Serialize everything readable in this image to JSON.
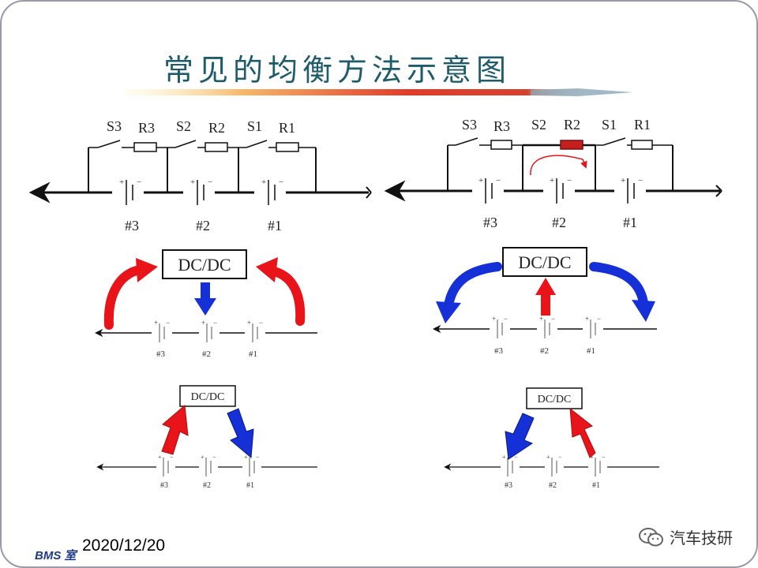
{
  "title": "常见的均衡方法示意图",
  "circuit_left": {
    "switches": [
      "S3",
      "S2",
      "S1"
    ],
    "resistors": [
      "R3",
      "R2",
      "R1"
    ],
    "cells": [
      "#3",
      "#2",
      "#1"
    ]
  },
  "circuit_right": {
    "switches": [
      "S3",
      "S2",
      "S1"
    ],
    "resistors": [
      "R3",
      "R2",
      "R1"
    ],
    "cells": [
      "#3",
      "#2",
      "#1"
    ]
  },
  "converter_label": "DC/DC",
  "diagrams": {
    "mid_left": {
      "converter": "DC/DC",
      "cells": [
        "#3",
        "#2",
        "#1"
      ]
    },
    "mid_right": {
      "converter": "DC/DC",
      "cells": [
        "#3",
        "#2",
        "#1"
      ]
    },
    "bottom_left": {
      "converter": "DC/DC",
      "cells": [
        "#3",
        "#2",
        "#1"
      ]
    },
    "bottom_right": {
      "converter": "DC/DC",
      "cells": [
        "#3",
        "#2",
        "#1"
      ]
    }
  },
  "footer": {
    "org": "BMS 室",
    "date": "2020/12/20",
    "wechat": "汽车技研"
  },
  "colors": {
    "title": "#1f5c6b",
    "arrow_red": "#e8141a",
    "arrow_blue": "#1630d8",
    "resistor_active": "#c41e1e"
  }
}
